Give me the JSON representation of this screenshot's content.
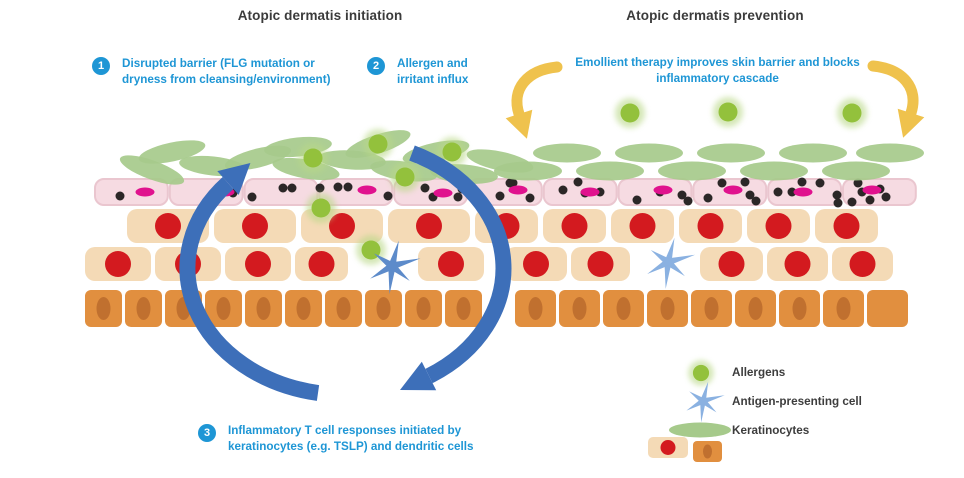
{
  "titles": {
    "left": "Atopic dermatis initiation",
    "right": "Atopic dermatis prevention"
  },
  "annotations": {
    "step1": {
      "number": "1",
      "lines": [
        "Disrupted barrier (FLG mutation or",
        "dryness from cleansing/environment)"
      ]
    },
    "step2": {
      "number": "2",
      "lines": [
        "Allergen and",
        "irritant influx"
      ]
    },
    "step3": {
      "number": "3",
      "lines": [
        "Inflammatory T cell responses initiated by",
        "keratinocytes (e.g. TSLP) and dendritic cells"
      ]
    },
    "prevention": {
      "lines": [
        "Emollient therapy improves skin barrier and blocks",
        "inflammatory cascade"
      ]
    }
  },
  "legend": {
    "items": [
      {
        "icon": "allergen-icon",
        "label": "Allergens"
      },
      {
        "icon": "antigen-presenting-cell-icon",
        "label": "Antigen-presenting cell"
      },
      {
        "icon": "keratinocyte-icon",
        "label": "Keratinocytes"
      }
    ]
  },
  "colors": {
    "blue_text": "#1e96d5",
    "cycle_arrow_blue": "#3d6fb9",
    "yellow_arrow": "#efc24d",
    "allergen_green": "#93c13c",
    "allergen_halo": "#b9d887",
    "keratinocyte_green": "#a6ca8b",
    "pink_cell": "#f6dbe2",
    "pink_cell_border": "#eac6cf",
    "magenta_granule": "#e0128e",
    "black_dot": "#2b2727",
    "tan_cell": "#f4dab6",
    "red_nucleus": "#d31a1f",
    "orange_cell": "#e18f3f",
    "orange_nucleus": "#c0702f",
    "apc_blue": "#5d8bca",
    "apc_light_blue": "#8ab1e1",
    "title_text": "#3b3b3b"
  }
}
